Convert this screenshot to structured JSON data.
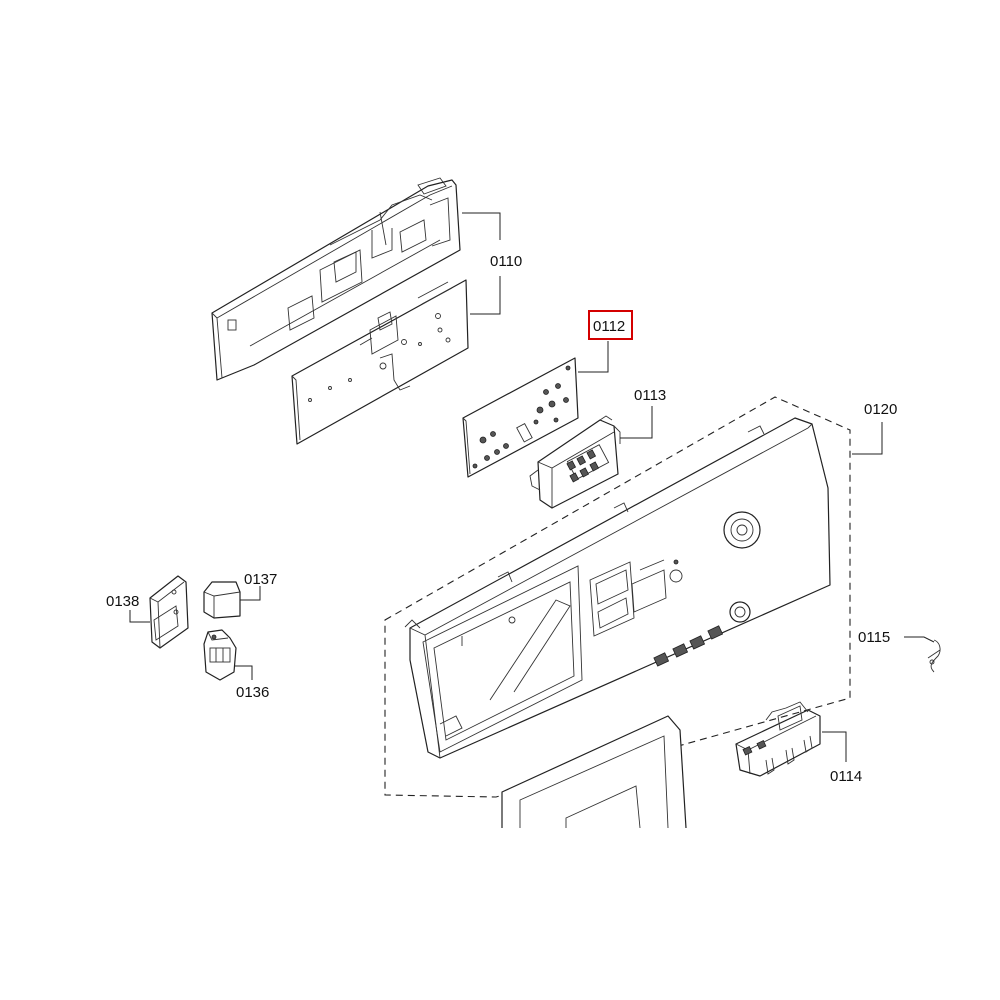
{
  "diagram": {
    "highlight_color": "#d40000",
    "highlighted_part": "0112",
    "callouts": {
      "p0110": "0110",
      "p0112": "0112",
      "p0113": "0113",
      "p0120": "0120",
      "p0138": "0138",
      "p0137": "0137",
      "p0136": "0136",
      "p0115": "0115",
      "p0114": "0114"
    }
  }
}
